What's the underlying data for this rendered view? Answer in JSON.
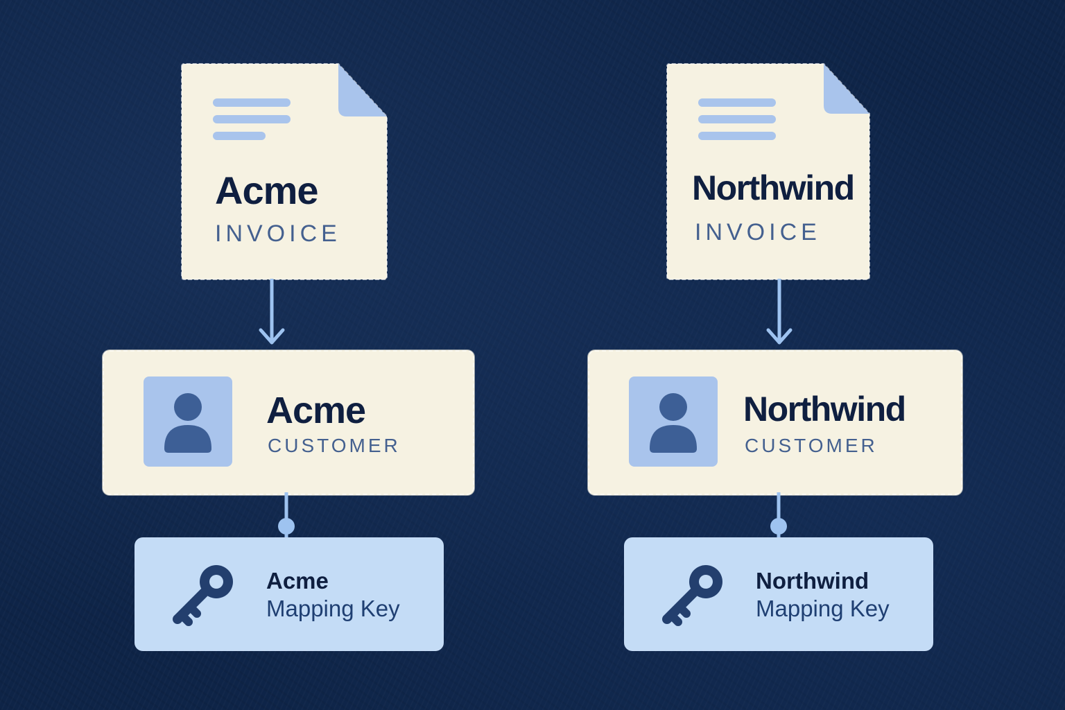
{
  "colors": {
    "background": "#0e2447",
    "card": "#f6f2e2",
    "accent_light": "#a9c4ec",
    "key_card": "#c4dcf6",
    "connector": "#9ec3f0",
    "text_dark": "#0f1f40",
    "text_muted": "#44608f",
    "icon_dark": "#3d5f96"
  },
  "columns": [
    {
      "invoice": {
        "title": "Acme",
        "label": "INVOICE"
      },
      "customer": {
        "title": "Acme",
        "label": "CUSTOMER"
      },
      "mapping_key": {
        "title": "Acme",
        "label": "Mapping Key"
      }
    },
    {
      "invoice": {
        "title": "Northwind",
        "label": "INVOICE"
      },
      "customer": {
        "title": "Northwind",
        "label": "CUSTOMER"
      },
      "mapping_key": {
        "title": "Northwind",
        "label": "Mapping Key"
      }
    }
  ],
  "icons": [
    "document-icon",
    "person-icon",
    "key-icon",
    "arrow-down-icon",
    "connector-dot-icon"
  ]
}
